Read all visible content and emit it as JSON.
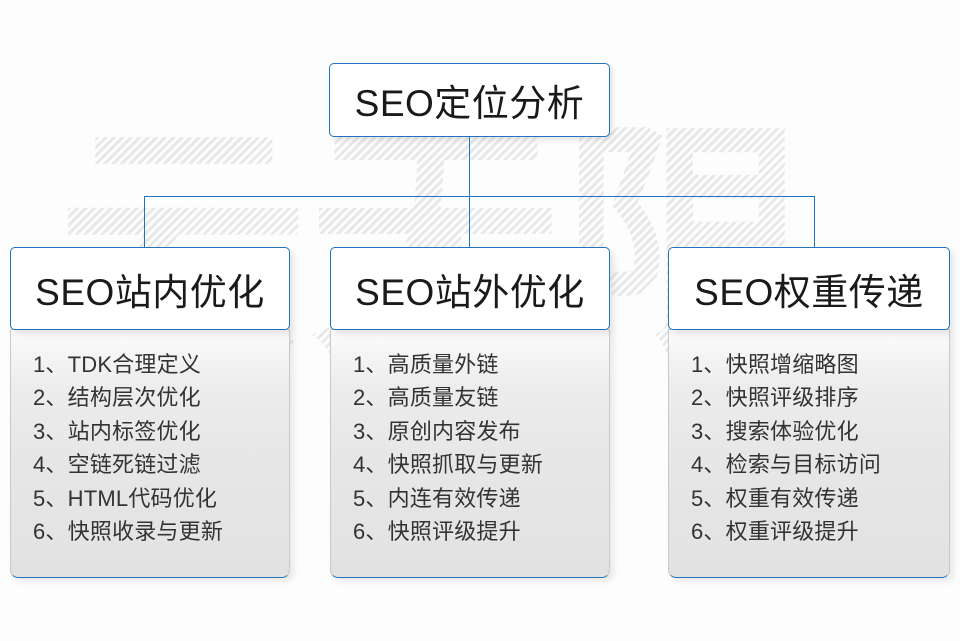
{
  "theme": {
    "accent_blue": "#1f74bd",
    "page_background": "#fdfdfd",
    "title_text": "#1a1a1a",
    "list_text": "#333333",
    "panel_border": "#c9c9c9"
  },
  "watermark": {
    "text": "云无限",
    "chars": [
      "云",
      "无",
      "限"
    ]
  },
  "root": {
    "title": "SEO定位分析"
  },
  "columns": [
    {
      "title": "SEO站内优化",
      "items": [
        "1、TDK合理定义",
        "2、结构层次优化",
        "3、站内标签优化",
        "4、空链死链过滤",
        "5、HTML代码优化",
        "6、快照收录与更新"
      ]
    },
    {
      "title": "SEO站外优化",
      "items": [
        "1、高质量外链",
        "2、高质量友链",
        "3、原创内容发布",
        "4、快照抓取与更新",
        "5、内连有效传递",
        "6、快照评级提升"
      ]
    },
    {
      "title": "SEO权重传递",
      "items": [
        "1、快照增缩略图",
        "2、快照评级排序",
        "3、搜索体验优化",
        "4、检索与目标访问",
        "5、权重有效传递",
        "6、权重评级提升"
      ]
    }
  ]
}
